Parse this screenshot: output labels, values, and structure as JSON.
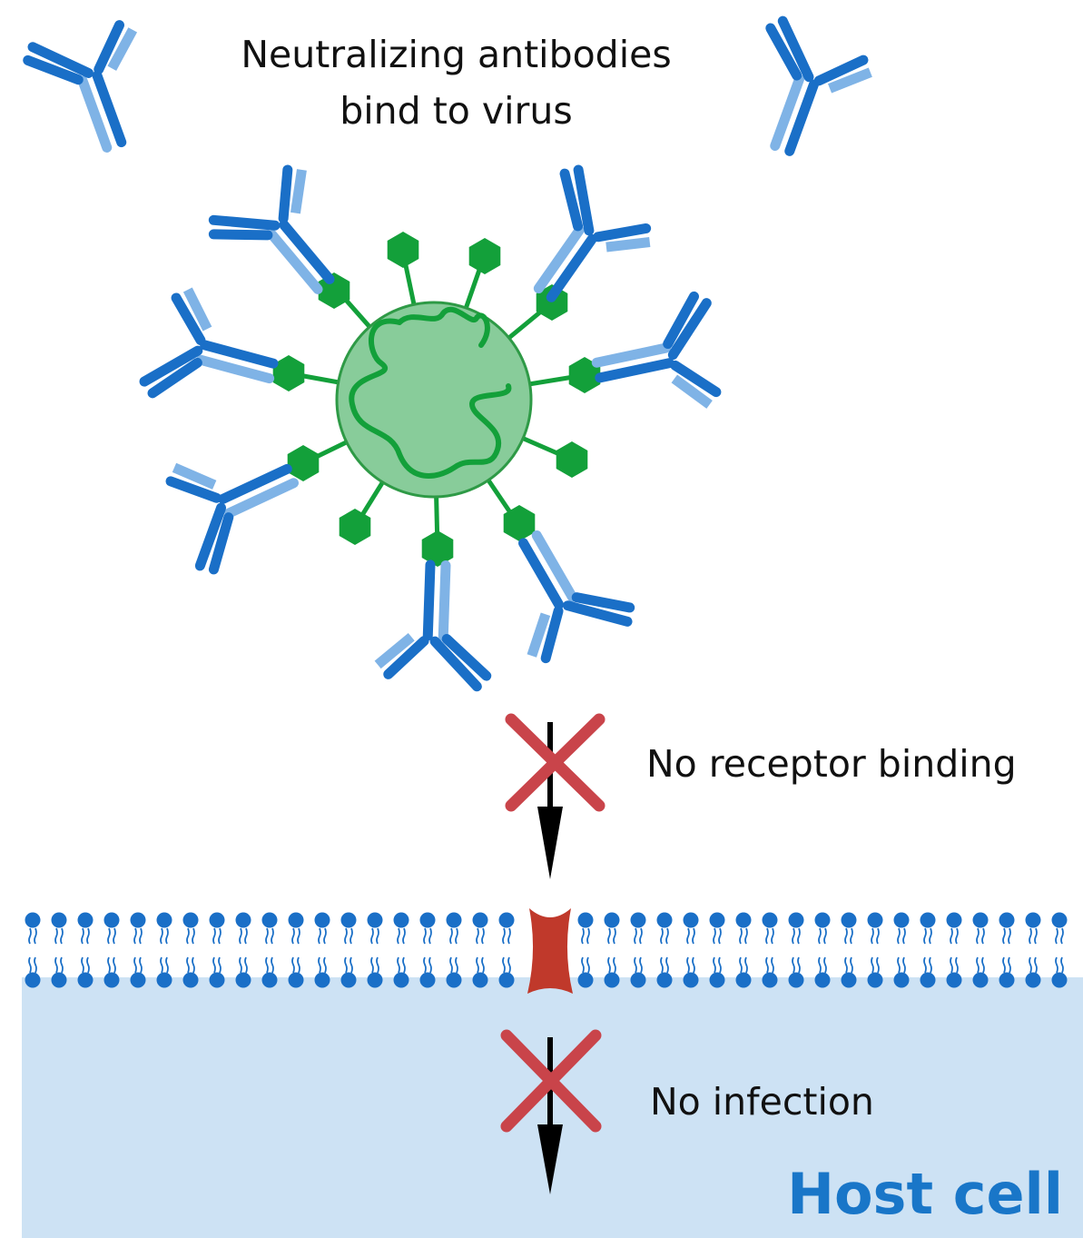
{
  "title": {
    "line1": "Neutralizing antibodies",
    "line2": "bind to virus"
  },
  "labels": {
    "no_receptor_binding": "No receptor binding",
    "no_infection": "No infection",
    "host_cell": "Host cell"
  },
  "colors": {
    "antibody_heavy": "#1a6fc7",
    "antibody_light": "#7fb3e6",
    "virus_body": "#88cc9a",
    "virus_outline": "#2e9a46",
    "spike": "#13a03a",
    "membrane": "#1a6fc7",
    "host_cell_fill": "#cde2f4",
    "receptor": "#c0392b",
    "blocked_x": "#c9444a",
    "arrow": "#000000"
  },
  "icons": {
    "antibody": "antibody-icon",
    "virus": "virus-icon",
    "blocked": "x-mark-icon",
    "arrow": "arrow-down-icon",
    "receptor": "receptor-icon"
  }
}
